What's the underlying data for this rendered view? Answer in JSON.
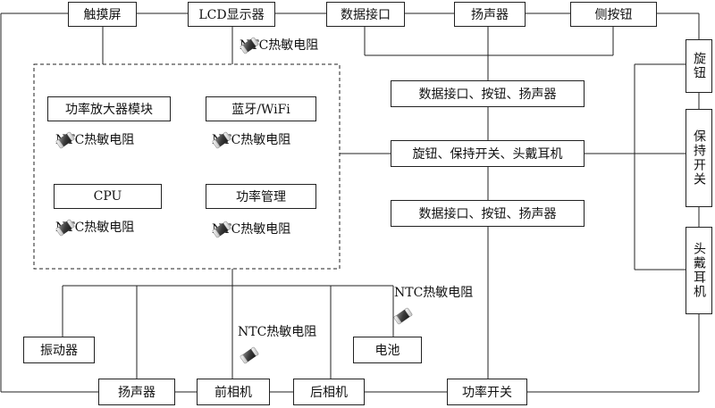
{
  "top_bar": {
    "touchscreen": "触摸屏",
    "lcd": "LCD显示器",
    "data_port": "数据接口",
    "speaker": "扬声器",
    "side_button": "侧按钮"
  },
  "right_column": {
    "knob": "旋钮",
    "hold_switch": "保持开关",
    "headphone": "头戴耳机"
  },
  "middle_column": {
    "upper": "数据接口、按钮、扬声器",
    "center": "旋钮、保持开关、头戴耳机",
    "lower": "数据接口、按钮、扬声器"
  },
  "board": {
    "power_amp": "功率放大器模块",
    "bluetooth": "蓝牙/WiFi",
    "cpu": "CPU",
    "power_mgmt": "功率管理"
  },
  "bottom": {
    "vibrator": "振动器",
    "battery": "电池",
    "speaker": "扬声器",
    "front_camera": "前相机",
    "rear_camera": "后相机",
    "power_switch": "功率开关"
  },
  "sensors": {
    "lcd_ntc": "NTC热敏电阻",
    "power_amp_ntc": "NTC热敏电阻",
    "bluetooth_ntc": "NTC热敏电阻",
    "cpu_ntc": "NTC热敏电阻",
    "power_mgmt_ntc": "NTC热敏电阻",
    "battery_ntc": "NTC热敏电阻",
    "camera_ntc": "NTC热敏电阻"
  },
  "icon": "ntc-thermistor-icon"
}
